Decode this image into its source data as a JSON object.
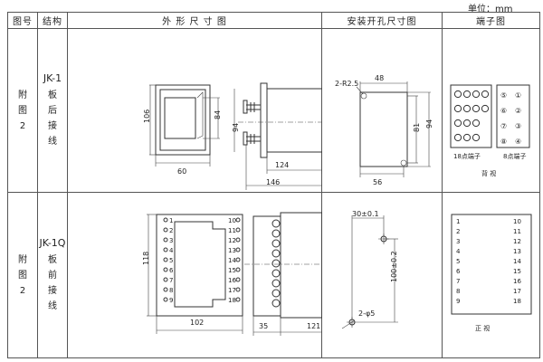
{
  "unit_label": "单位：mm",
  "headers": {
    "fig_no": "图号",
    "structure": "结构",
    "outline": "外 形 尺 寸 图",
    "mounting": "安装开孔尺寸图",
    "terminal": "端子图"
  },
  "rows": [
    {
      "fig_label": [
        "附",
        "图",
        "2"
      ],
      "structure_code": "JK-1",
      "structure_desc": [
        "板",
        "后",
        "接",
        "线"
      ],
      "outline_dims": {
        "height": "106",
        "inner_height": "84",
        "depth_h": "94",
        "width": "60",
        "body_len": "124",
        "total_len": "146"
      },
      "mounting_dims": {
        "radius": "2-R2.5",
        "width": "48",
        "height": "81",
        "height2": "94",
        "bottom": "56"
      },
      "terminal_labels": {
        "caption_18": "18点端子",
        "caption_8": "8点端子",
        "view": "背 视"
      },
      "terminal_8": [
        "⑤",
        "①",
        "⑥",
        "②",
        "⑦",
        "③",
        "⑧",
        "④"
      ]
    },
    {
      "fig_label": [
        "附",
        "图",
        "2"
      ],
      "structure_code": "JK-1Q",
      "structure_desc": [
        "板",
        "前",
        "接",
        "线"
      ],
      "outline_dims": {
        "height": "118",
        "width": "102",
        "front": "35",
        "depth": "121"
      },
      "outline_terms_left": [
        "1",
        "2",
        "3",
        "4",
        "5",
        "6",
        "7",
        "8",
        "9"
      ],
      "outline_terms_right": [
        "10",
        "11",
        "12",
        "13",
        "14",
        "15",
        "16",
        "17",
        "18"
      ],
      "mounting_dims": {
        "top": "30±0.1",
        "side": "100±0.2",
        "holes": "2-φ5"
      },
      "terminal_left": [
        "1",
        "2",
        "3",
        "4",
        "5",
        "6",
        "7",
        "8",
        "9"
      ],
      "terminal_right": [
        "10",
        "11",
        "12",
        "13",
        "14",
        "15",
        "16",
        "17",
        "18"
      ],
      "terminal_view": "正 视"
    }
  ]
}
